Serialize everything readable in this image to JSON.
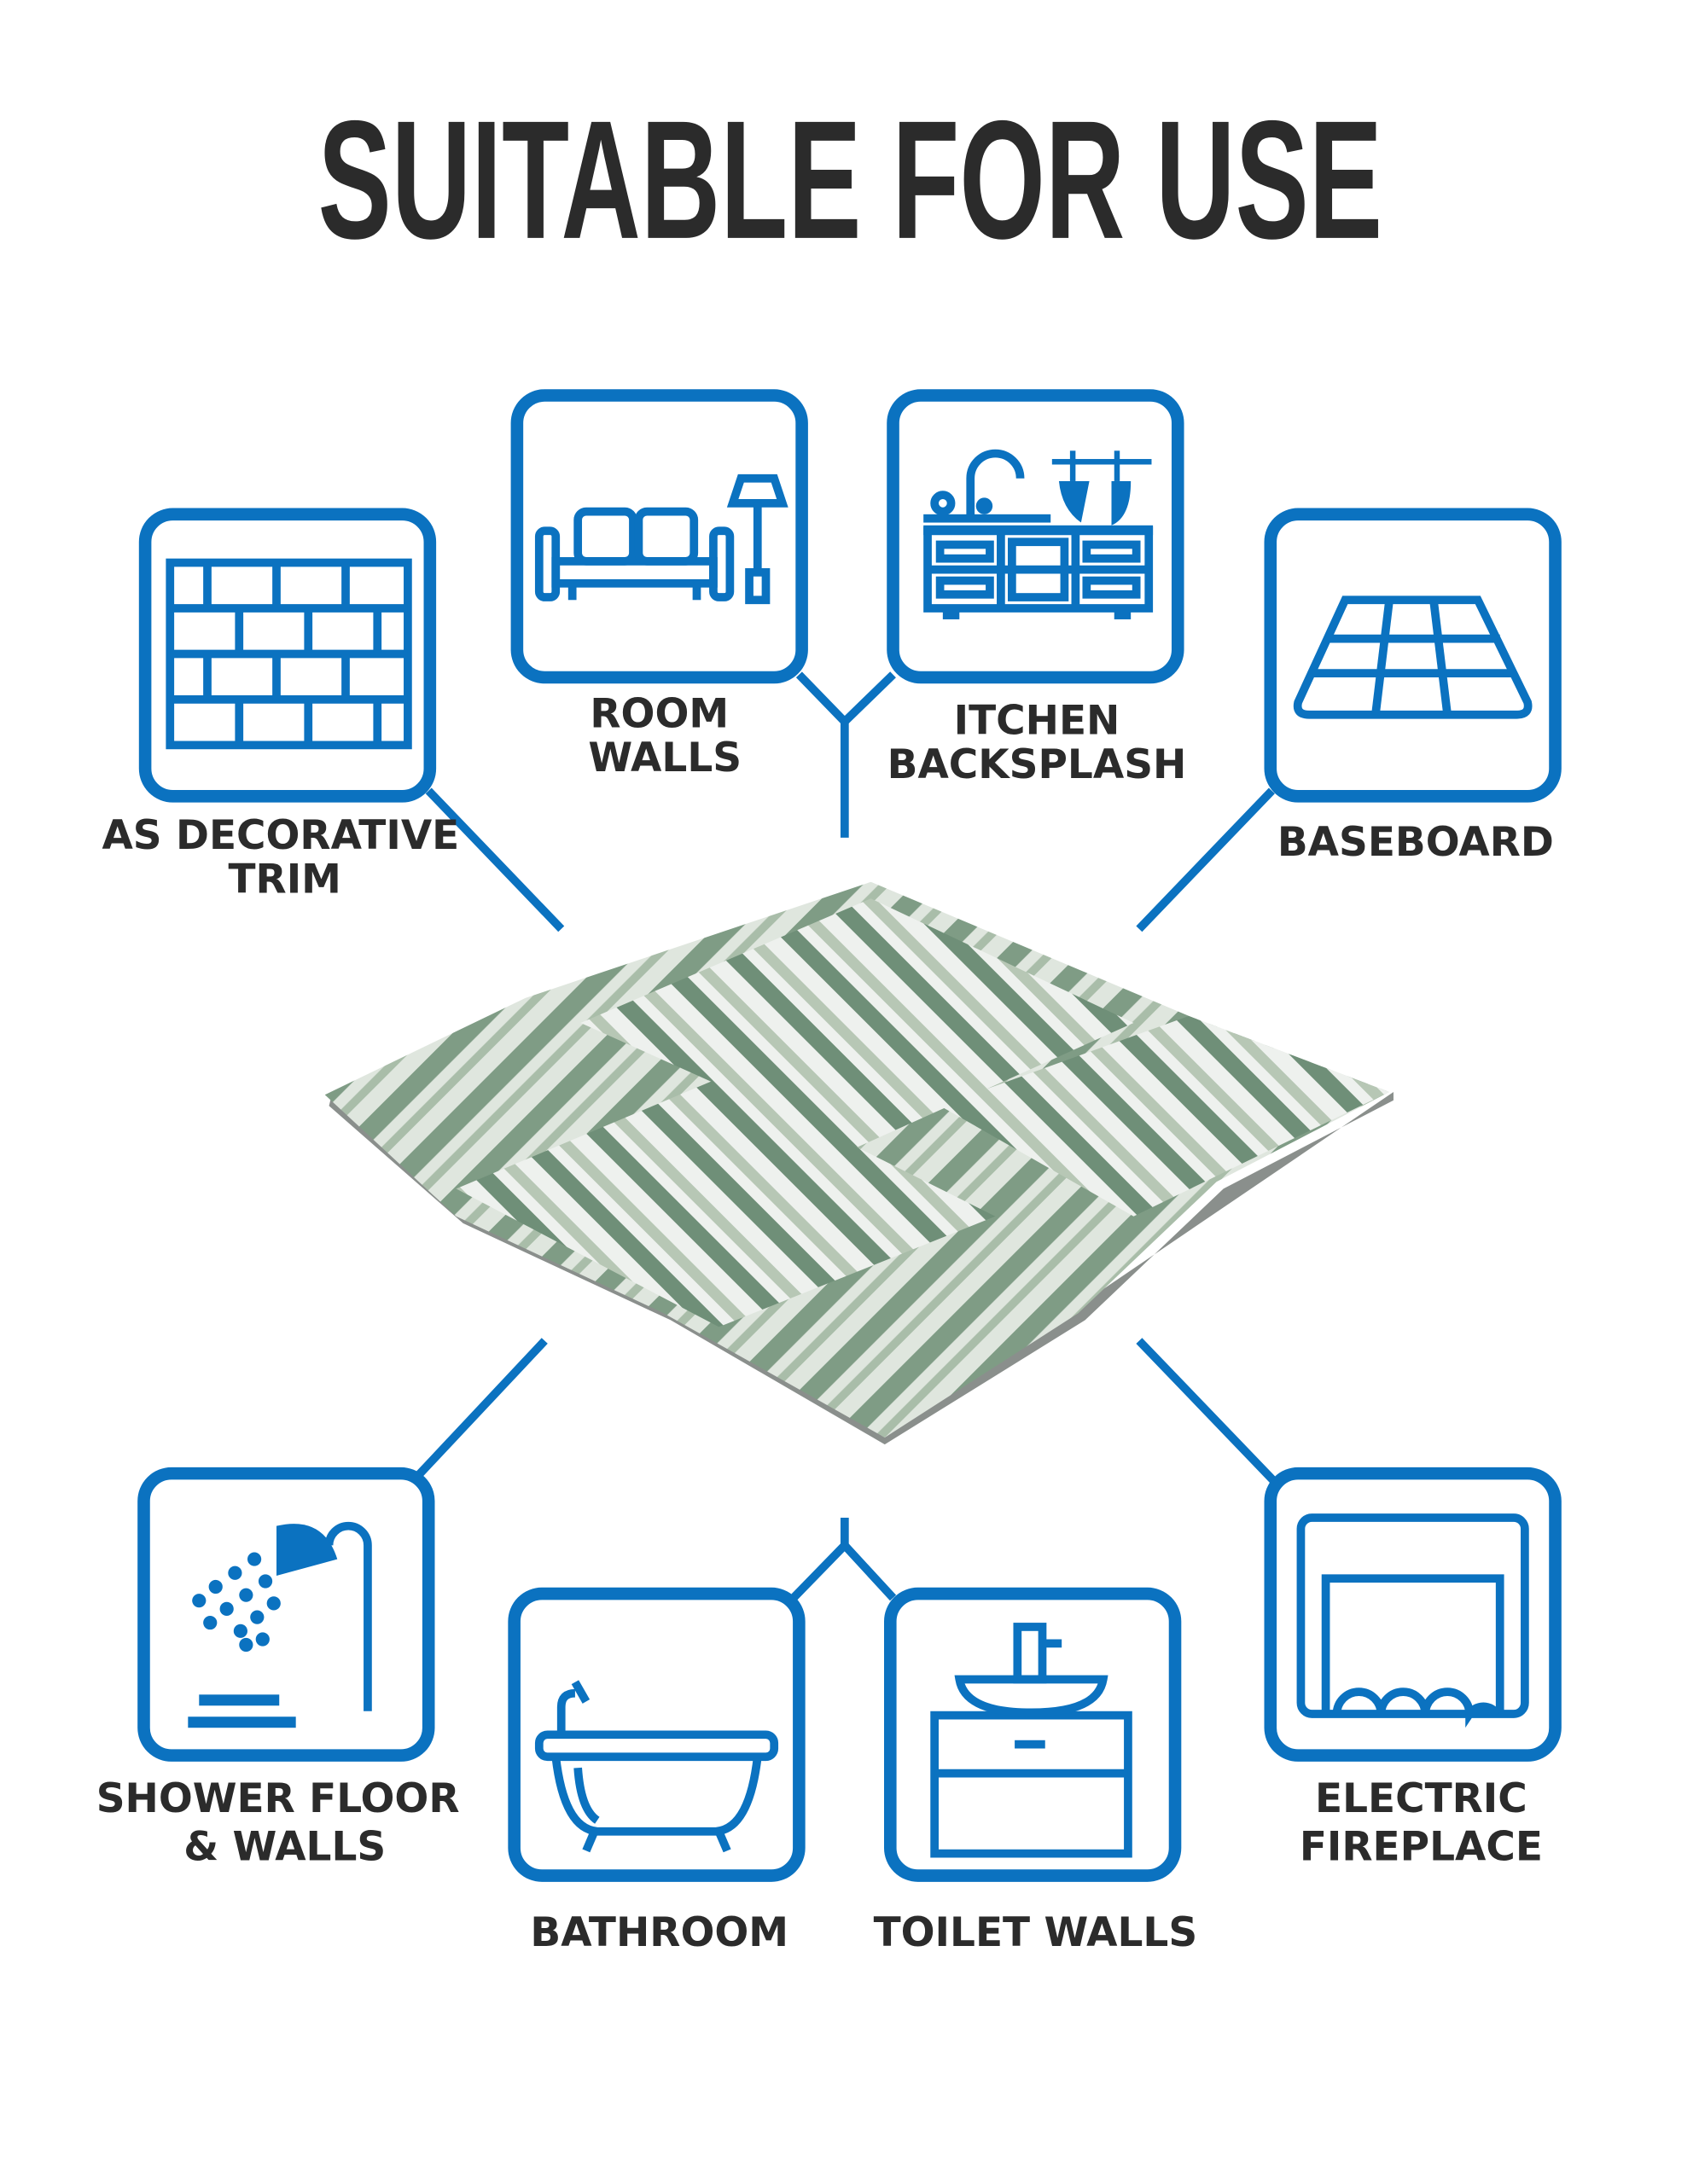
{
  "title": "SUITABLE FOR USE",
  "accent_color": "#0b72c0",
  "uses": [
    {
      "icon": "brick-wall-icon",
      "lines": [
        "AS DECORATIVE",
        "TRIM"
      ]
    },
    {
      "icon": "sofa-lamp-icon",
      "lines": [
        "ROOM",
        "WALLS"
      ]
    },
    {
      "icon": "kitchen-counter-icon",
      "lines": [
        "ITCHEN",
        "BACKSPLASH"
      ]
    },
    {
      "icon": "floor-grid-icon",
      "lines": [
        "BASEBOARD"
      ]
    },
    {
      "icon": "shower-icon",
      "lines": [
        "SHOWER FLOOR",
        "& WALLS"
      ]
    },
    {
      "icon": "bathtub-icon",
      "lines": [
        "BATHROOM"
      ]
    },
    {
      "icon": "sink-vanity-icon",
      "lines": [
        "TOILET WALLS"
      ]
    },
    {
      "icon": "fireplace-icon",
      "lines": [
        "ELECTRIC",
        "FIREPLACE"
      ]
    }
  ]
}
